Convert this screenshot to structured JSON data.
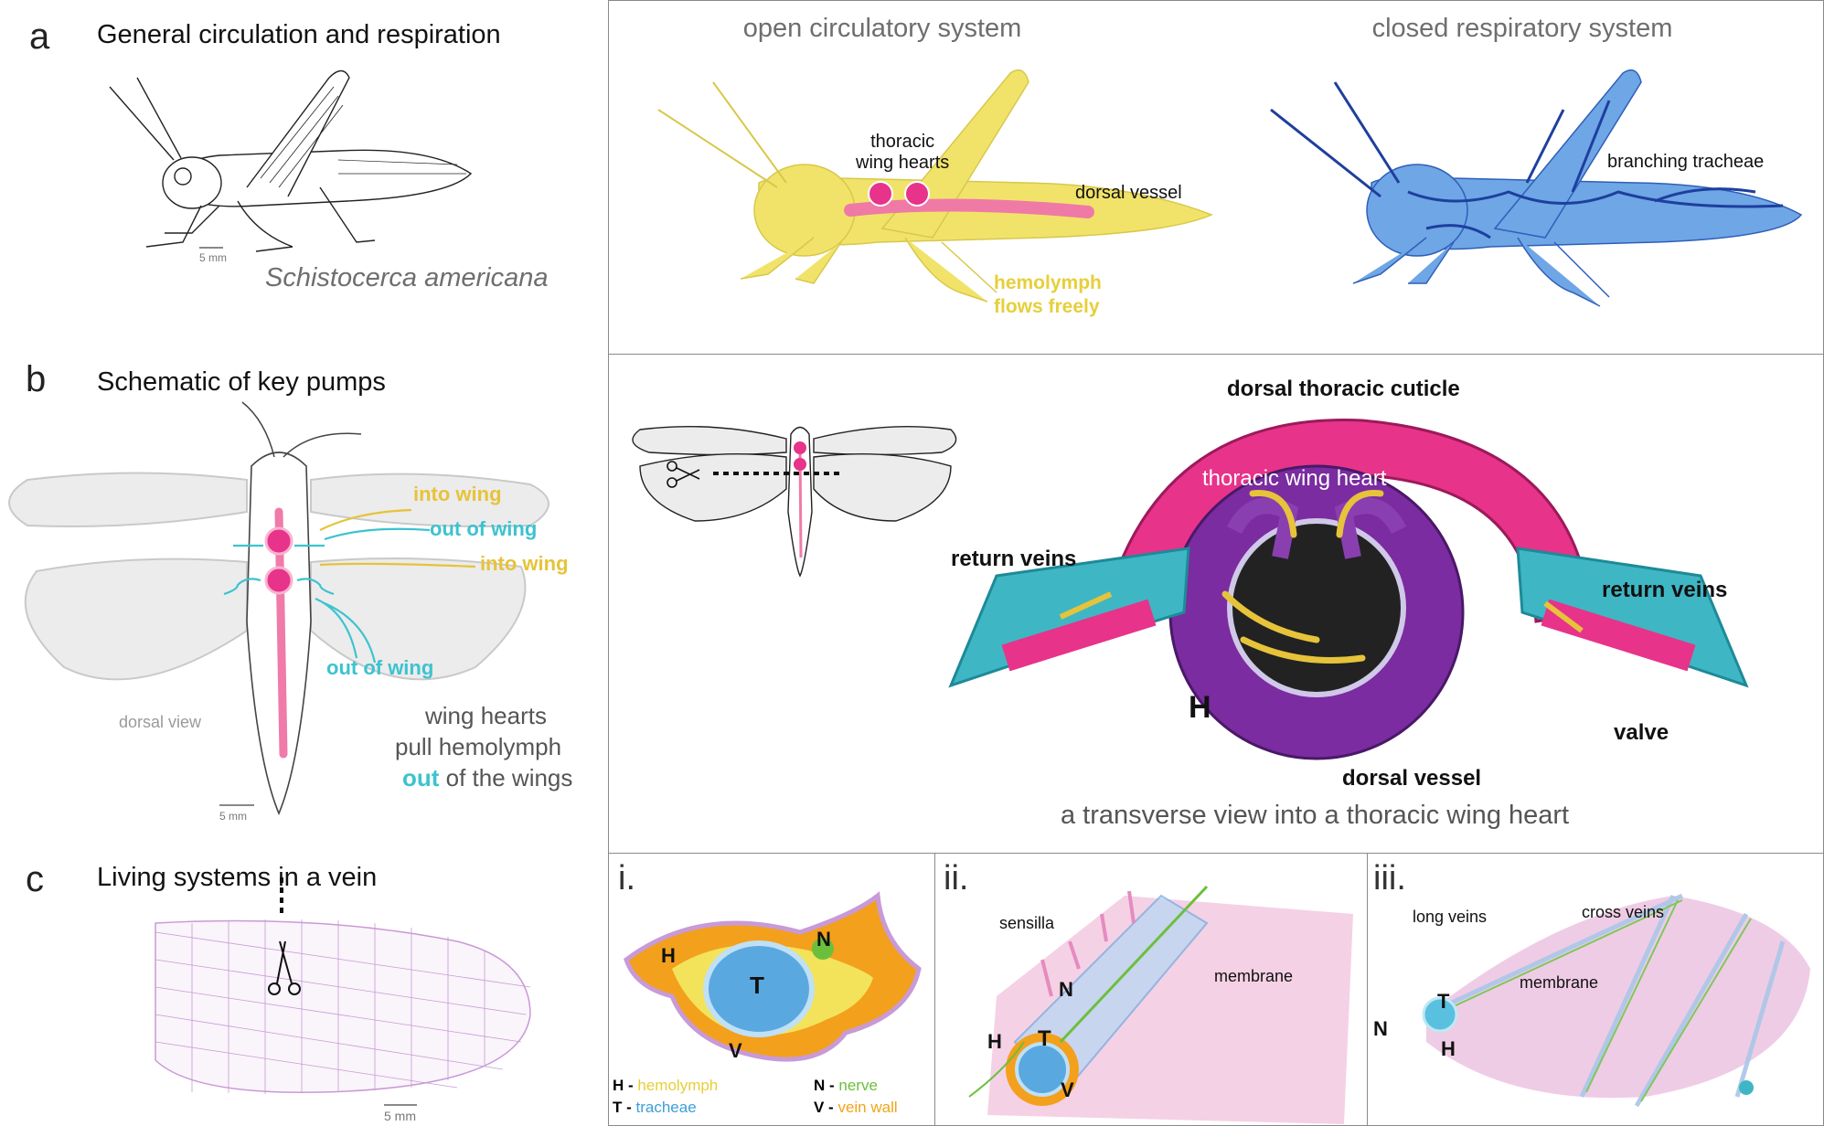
{
  "panel_a": {
    "letter": "a",
    "title": "General circulation and respiration",
    "species": "Schistocerca americana",
    "scale": "5 mm",
    "open_title": "open circulatory system",
    "closed_title": "closed respiratory system",
    "thoracic_wing_hearts": "thoracic\nwing hearts",
    "dorsal_vessel": "dorsal vessel",
    "hemolymph_flows": "hemolymph\nflows freely",
    "branching_tracheae": "branching tracheae"
  },
  "panel_b": {
    "letter": "b",
    "title": "Schematic of key pumps",
    "into_wing_1": "into wing",
    "out_of_wing_1": "out of wing",
    "into_wing_2": "into wing",
    "out_of_wing_2": "out of wing",
    "dorsal_view": "dorsal view",
    "caption_line1": "wing hearts",
    "caption_line2": "pull hemolymph",
    "caption_out": "out",
    "caption_rest": " of the wings",
    "scale": "5 mm"
  },
  "panel_heart": {
    "dorsal_thoracic_cuticle": "dorsal thoracic cuticle",
    "thoracic_wing_heart": "thoracic wing heart",
    "return_veins_left": "return veins",
    "return_veins_right": "return veins",
    "H": "H",
    "valve": "valve",
    "dorsal_vessel": "dorsal vessel",
    "caption": "a transverse view into a thoracic wing heart"
  },
  "panel_c": {
    "letter": "c",
    "title": "Living systems in a vein",
    "scale": "5 mm"
  },
  "panel_i": {
    "label": "i.",
    "H": "H",
    "T": "T",
    "N": "N",
    "V": "V",
    "legend": [
      {
        "key": "H - ",
        "name": "hemolymph",
        "color": "#e6cf3a"
      },
      {
        "key": "T - ",
        "name": "tracheae",
        "color": "#3d9fd6"
      },
      {
        "key": "N - ",
        "name": "nerve",
        "color": "#6cbf3c"
      },
      {
        "key": "V - ",
        "name": "vein wall",
        "color": "#f0a51c"
      }
    ]
  },
  "panel_ii": {
    "label": "ii.",
    "sensilla": "sensilla",
    "membrane": "membrane",
    "N": "N",
    "H": "H",
    "T": "T",
    "V": "V"
  },
  "panel_iii": {
    "label": "iii.",
    "long_veins": "long veins",
    "cross_veins": "cross veins",
    "membrane": "membrane",
    "T": "T",
    "N": "N",
    "H": "H"
  },
  "colors": {
    "yellow": "#f1e36a",
    "blue": "#5b95dd",
    "pink": "#e8338a",
    "cyan": "#3cc3cf",
    "gold": "#e6c33a",
    "vein_purple": "#c99ad6"
  }
}
